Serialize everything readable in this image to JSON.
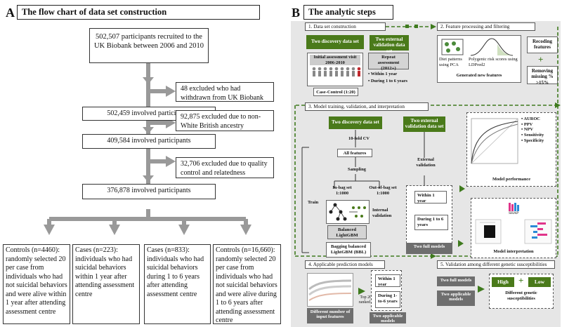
{
  "panelA": {
    "letter": "A",
    "title": "The flow chart of data set construction",
    "recruited": "502,507 participants recruited to the UK Biobank between 2006 and 2010",
    "excl1": "48 excluded who had withdrawn from UK Biobank",
    "step1": "502,459 involved participants",
    "excl2": "92,875 excluded due to non-White British ancestry",
    "step2": "409,584 involved participants",
    "excl3": "32,706 excluded due to quality control and relatedness",
    "step3": "376,878 involved participants",
    "groups": [
      "Controls (n=4460): randomly selected 20 per case from individuals who had not suicidal behaviors and were alive within 1 year after attending assessment centre",
      "Cases (n=223): individuals who had suicidal behaviors within 1 year after attending assessment centre",
      "Cases (n=833): individuals who had suicidal behaviors during 1 to 6 years after attending assessment centre",
      "Controls (n=16,660): randomly selected 20 per case from individuals who had not suicidal behaviors and were alive during 1 to 6 years after attending assessment centre"
    ]
  },
  "panelB": {
    "letter": "B",
    "title": "The analytic steps",
    "s1": {
      "title": "1. Data set construction",
      "discovery": "Two discovery data set",
      "external": "Two external validation data set",
      "initial": "Initial assessment visit 2006-2010",
      "repeat": "Repeat assessment (2012+)",
      "bullet1": "Within 1 year",
      "bullet2": "During 1 to 6 years",
      "casecontrol": "Case-Control (1:20)"
    },
    "s2": {
      "title": "2. Feature processing and filtering",
      "diet": "Diet patterns using PCA",
      "prs": "Polygenic risk scores using LDPred2",
      "recoding": "Recoding features",
      "plus": "+",
      "removing": "Removing missing % >15%",
      "generated": "Generated new features"
    },
    "s3": {
      "title": "3. Model training, validation, and interpretation",
      "discovery": "Two discovery data set",
      "external": "Two external validation data set",
      "cv": "10-fold CV",
      "allfeat": "All features",
      "sampling": "Sampling",
      "inbag": "In-bag set 1:1000",
      "outbag": "Out-of-bag set 1:1000",
      "train": "Train",
      "internal": "Internal validation",
      "balanced": "Balanced LightGBM",
      "bagging": "Bagging balanced LightGBM (BBL)",
      "extval": "External validation",
      "within": "Within 1 year",
      "during": "During 1 to 6 years",
      "twofull": "Two full models",
      "metrics": [
        "AUROC",
        "PPV",
        "NPV",
        "Sensitivity",
        "Specificity"
      ],
      "perf": "Model performance",
      "shap": "SHAP",
      "interp": "Model interpretation"
    },
    "s4": {
      "title": "4. Applicable prediction models",
      "top20": "Top 20 features ranked by SHAP",
      "within": "Within 1 year",
      "during": "During 1-to-6 years",
      "diffnum": "Different number of input features",
      "twoapp": "Two applicable models"
    },
    "s5": {
      "title": "5. Validation among different genetic susceptibilities",
      "full": "Two full models",
      "app": "Two applicable models",
      "high": "High",
      "plus": "+",
      "low": "Low",
      "diff": "Different genetic susceptibilities"
    }
  },
  "colors": {
    "green": "#4a7a1a",
    "dash": "#3f7a1e",
    "gray": "#e6e6e6"
  }
}
